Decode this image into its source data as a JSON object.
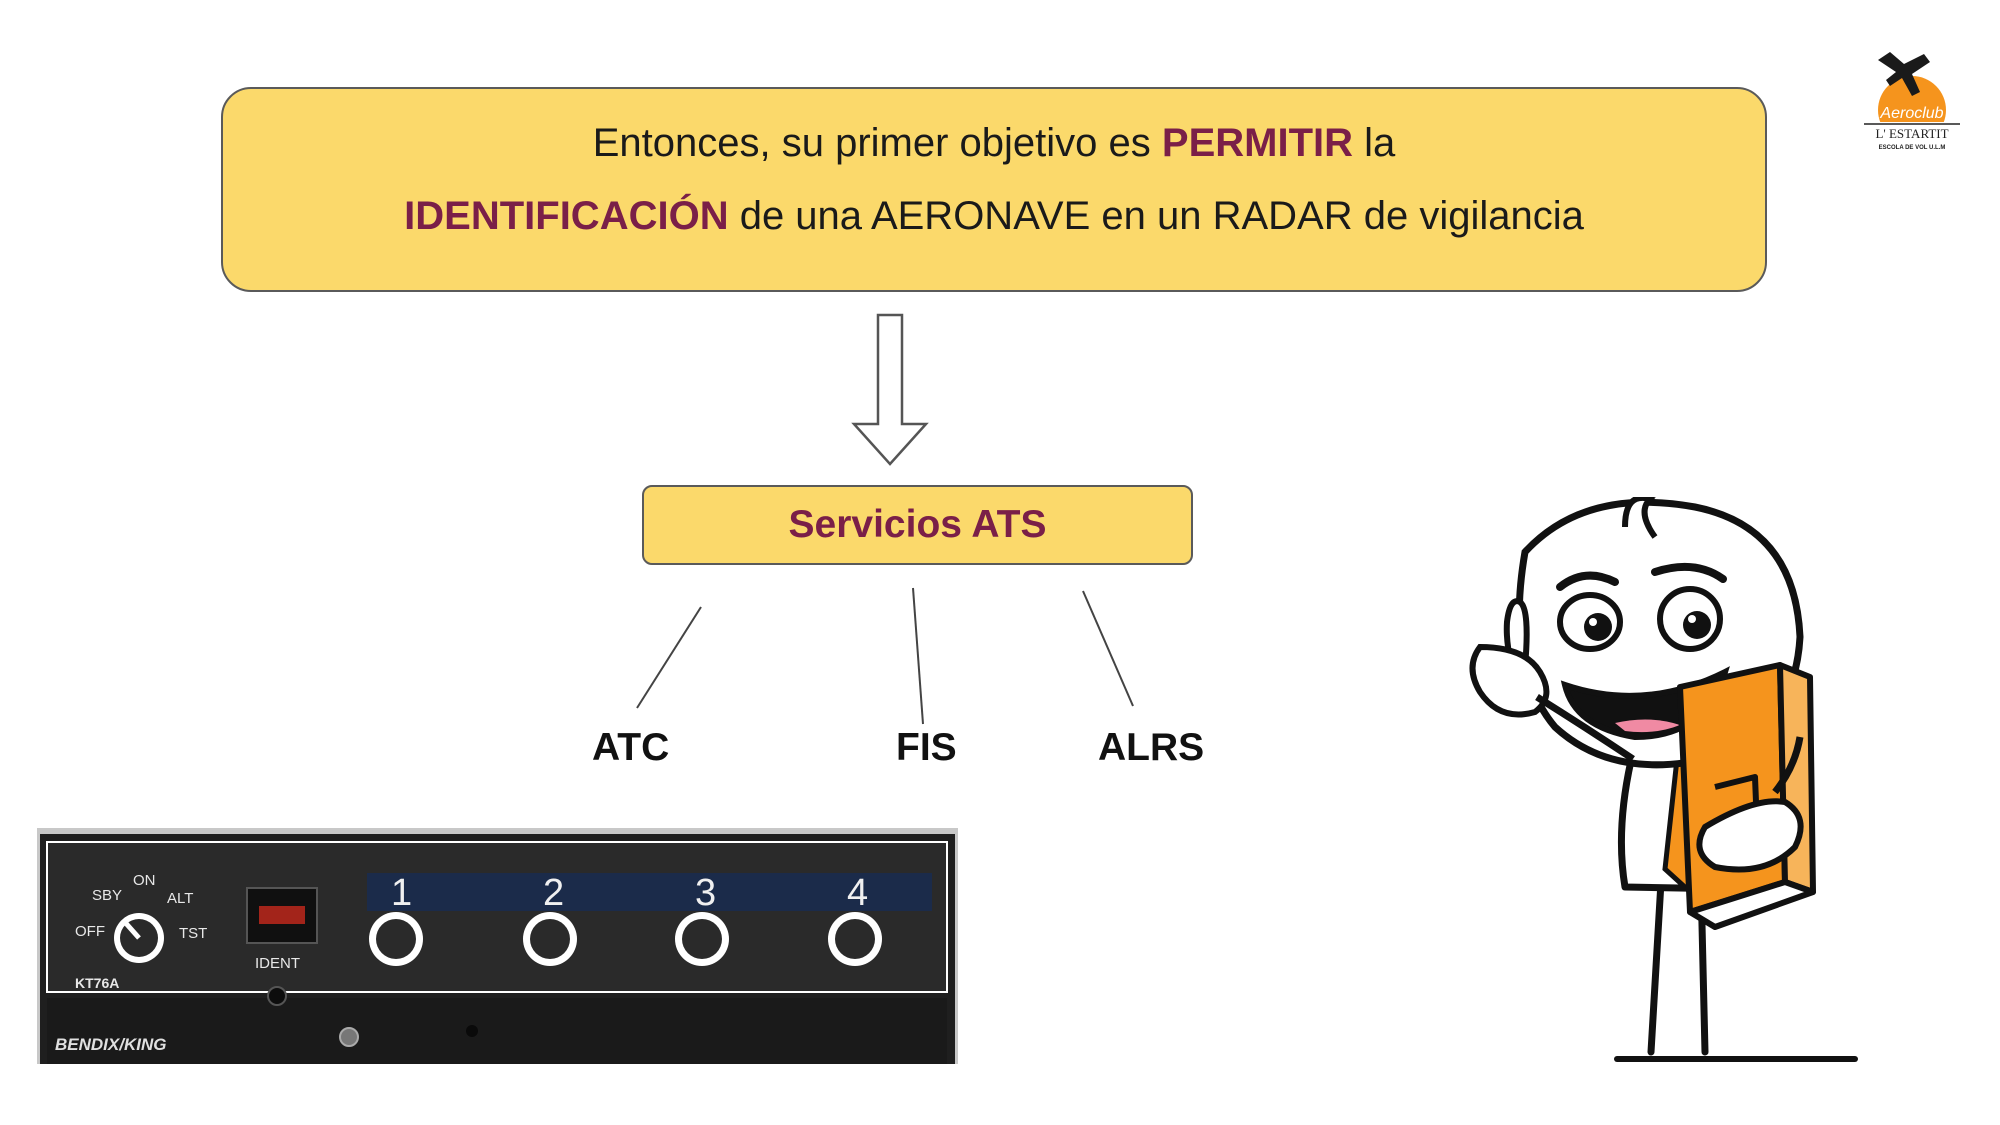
{
  "objective": {
    "line1_pre": "Entonces, su primer objetivo es ",
    "line1_highlight": "PERMITIR",
    "line1_post": " la",
    "line2_highlight": "IDENTIFICACIÓN",
    "line2_post": " de una AERONAVE en un RADAR de vigilancia"
  },
  "ats": {
    "label": "Servicios ATS"
  },
  "services": [
    "ATC",
    "FIS",
    "ALRS"
  ],
  "logo": {
    "name": "Aeroclub",
    "subtitle": "L' ESTARTIT",
    "tagline": "ESCOLA DE VOL U.L.M"
  },
  "transponder": {
    "mode_labels": {
      "off": "OFF",
      "sby": "SBY",
      "on": "ON",
      "alt": "ALT",
      "tst": "TST"
    },
    "ident_label": "IDENT",
    "digits": [
      "1",
      "2",
      "3",
      "4"
    ],
    "model": "KT76A",
    "brand": "BENDIX/KING"
  },
  "colors": {
    "box_fill": "#fbd96b",
    "highlight": "#7a1f48",
    "book": "#f5941d"
  }
}
